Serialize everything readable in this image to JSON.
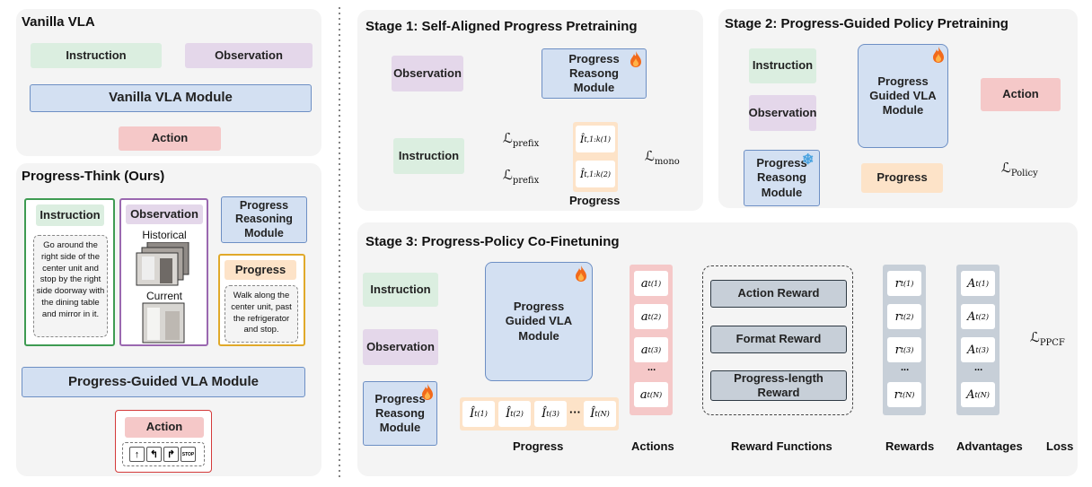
{
  "vanilla": {
    "title": "Vanilla VLA",
    "instruction": "Instruction",
    "observation": "Observation",
    "module": "Vanilla VLA Module",
    "action": "Action"
  },
  "pthink": {
    "title": "Progress-Think (Ours)",
    "instruction": "Instruction",
    "instruction_text": "Go around the right side of the center unit and stop by the right side doorway with the dining table and mirror in it.",
    "observation": "Observation",
    "historical": "Historical",
    "current": "Current",
    "reasoning_module": "Progress Reasoning Module",
    "progress": "Progress",
    "progress_text": "Walk along the center unit, past the refrigerator and stop.",
    "vla_module": "Progress-Guided VLA Module",
    "action": "Action",
    "stop_label": "STOP"
  },
  "stage1": {
    "title": "Stage 1: Self-Aligned Progress Pretraining",
    "observation": "Observation",
    "module": "Progress Reasong Module",
    "instruction": "Instruction",
    "loss_prefix": "prefix",
    "loss_mono": "mono",
    "progress": "Progress"
  },
  "stage2": {
    "title": "Stage 2: Progress-Guided Policy Pretraining",
    "instruction": "Instruction",
    "observation": "Observation",
    "vla_module": "Progress Guided VLA Module",
    "action": "Action",
    "reasoning_module": "Progress Reasong Module",
    "progress": "Progress",
    "loss": "Policy"
  },
  "stage3": {
    "title": "Stage 3: Progress-Policy Co-Finetuning",
    "instruction": "Instruction",
    "observation": "Observation",
    "vla_module": "Progress Guided VLA Module",
    "reasoning_module": "Progress Reasong Module",
    "rewards_list": [
      "Action Reward",
      "Format Reward",
      "Progress-length Reward"
    ],
    "loss": "PPCF",
    "labels": {
      "progress": "Progress",
      "actions": "Actions",
      "reward_functions": "Reward Functions",
      "rewards": "Rewards",
      "advantages": "Advantages",
      "loss": "Loss"
    }
  }
}
